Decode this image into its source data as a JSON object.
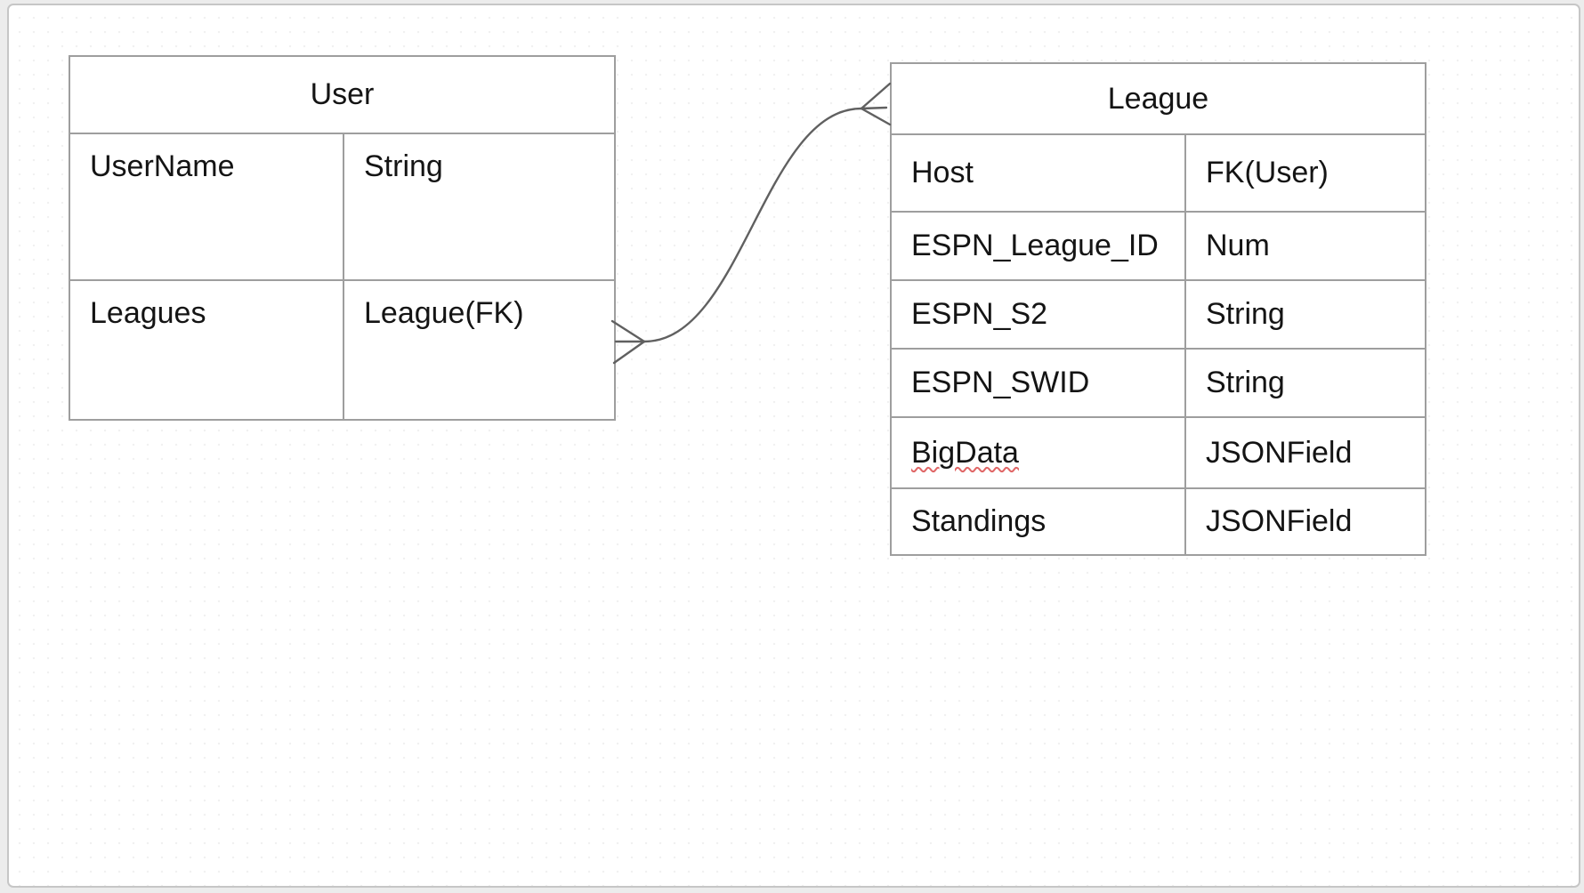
{
  "canvas": {
    "background": "#ffffff",
    "frame_border": "#c6c6c6",
    "dot_grid": "#f1f1f1"
  },
  "entities": [
    {
      "name": "User",
      "rows": [
        {
          "field": "UserName",
          "type": "String"
        },
        {
          "field": "Leagues",
          "type": "League(FK)"
        }
      ]
    },
    {
      "name": "League",
      "rows": [
        {
          "field": "Host",
          "type": "FK(User)"
        },
        {
          "field": "ESPN_League_ID",
          "type": "Num"
        },
        {
          "field": "ESPN_S2",
          "type": "String"
        },
        {
          "field": "ESPN_SWID",
          "type": "String"
        },
        {
          "field": "BigData",
          "type": "JSONField",
          "spellcheck_underline": true
        },
        {
          "field": "Standings",
          "type": "JSONField"
        }
      ]
    }
  ],
  "relationship": {
    "from_entity": "User",
    "from_field": "Leagues",
    "to_entity": "League",
    "from_marker": "many",
    "to_marker": "many"
  },
  "colors": {
    "table_border": "#9e9e9e",
    "text": "#141414",
    "connector": "#606060",
    "spellcheck_underline": "#e06666"
  }
}
